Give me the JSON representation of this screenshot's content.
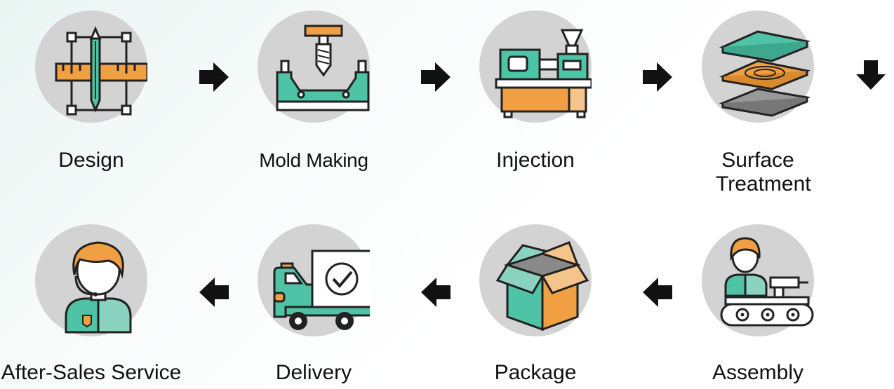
{
  "steps": {
    "design": "Design",
    "mold_making": "Mold Making",
    "injection": "Injection",
    "surface_treatment": "Surface Treatment",
    "assembly": "Assembly",
    "package": "Package",
    "delivery": "Delivery",
    "after_sales": "After-Sales Service"
  },
  "colors": {
    "teal": "#4fc3a6",
    "teal_light": "#89d3c0",
    "orange": "#f0a043",
    "orange_light": "#f5c48a",
    "circle": "#d3d3d3",
    "outline": "#222222"
  },
  "icons": [
    "pencil-ruler-icon",
    "mold-milling-icon",
    "injection-machine-icon",
    "layered-plates-icon",
    "assembly-worker-icon",
    "open-box-icon",
    "delivery-truck-icon",
    "support-agent-icon"
  ]
}
